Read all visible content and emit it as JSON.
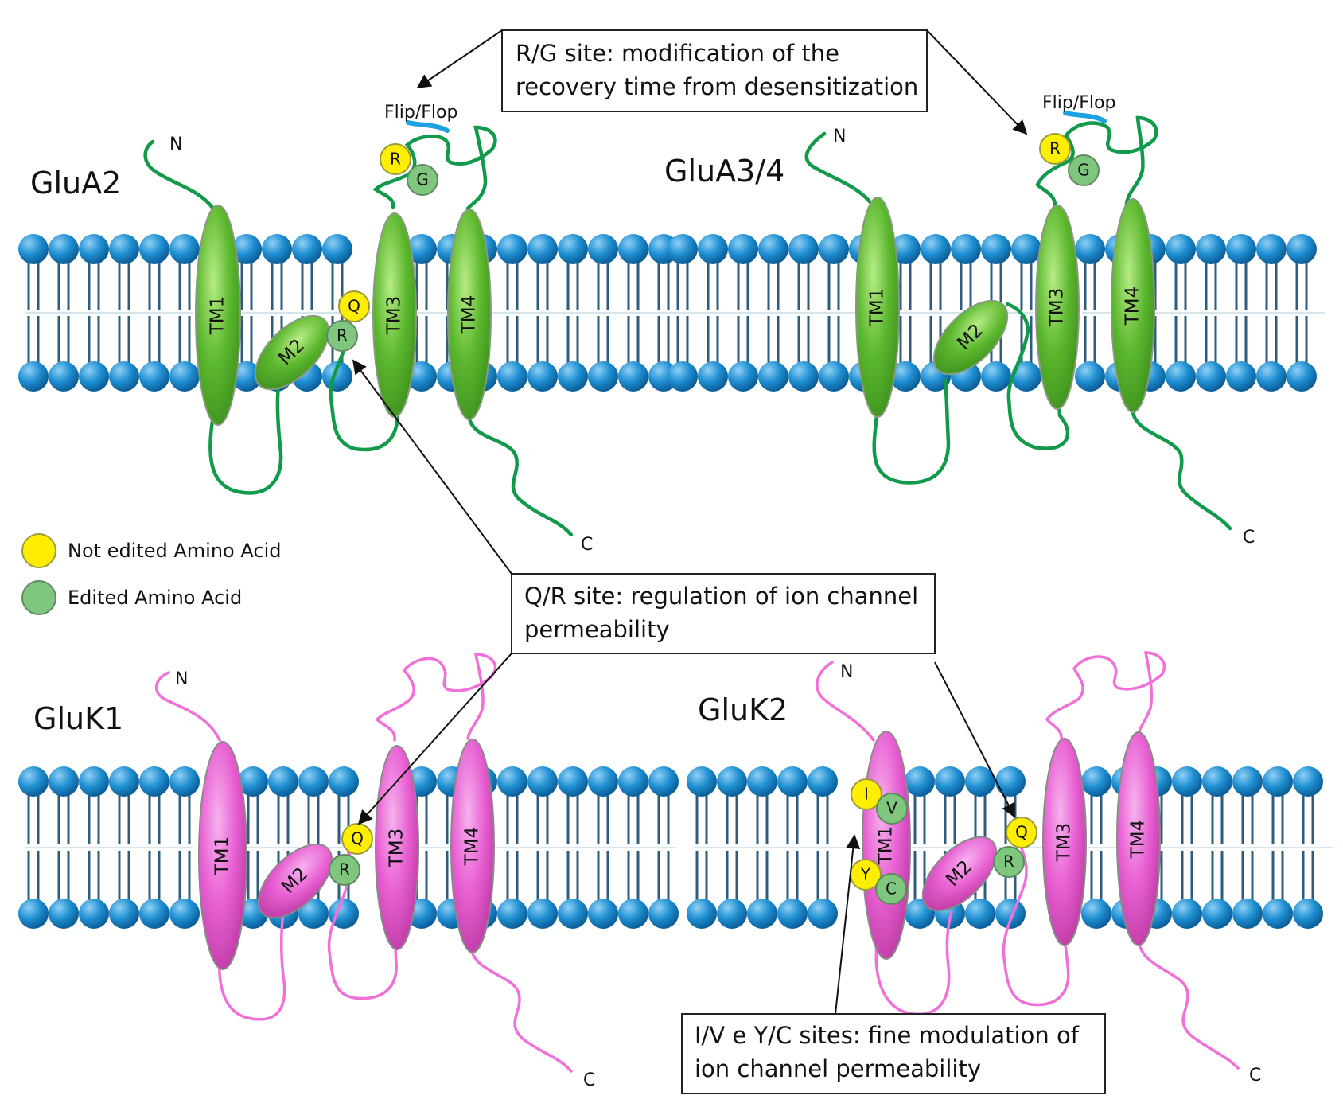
{
  "colors": {
    "ampa_protein": "#5cb82e",
    "kainate_protein": "#e85fd2",
    "ampa_tail": "#119a4a",
    "kainate_tail": "#f06fd9",
    "lipid_head": "#1f8fd2",
    "lipid_tail": "#2f5c7d",
    "not_edited": "#ffee00",
    "edited": "#7fc77f",
    "flip_flop": "#1aa3e0"
  },
  "panels": [
    {
      "id": "glua2",
      "title": "GluA2"
    },
    {
      "id": "glua34",
      "title": "GluA3/4"
    },
    {
      "id": "gluk1",
      "title": "GluK1"
    },
    {
      "id": "gluk2",
      "title": "GluK2"
    }
  ],
  "terminal_labels": {
    "n": "N",
    "c": "C"
  },
  "helices": {
    "tm1": "TM1",
    "m2": "M2",
    "tm3": "TM3",
    "tm4": "TM4"
  },
  "flip_flop_label": "Flip/Flop",
  "amino_acids": {
    "q": "Q",
    "r": "R",
    "g": "G",
    "i": "I",
    "v": "V",
    "y": "Y",
    "c": "C"
  },
  "annotations": {
    "rg": {
      "line1": "R/G site: modification of the",
      "line2": "recovery time from desensitization"
    },
    "qr": {
      "line1": "Q/R site: regulation of ion channel",
      "line2": "permeability"
    },
    "ivyc": {
      "line1": "I/V e Y/C sites: fine modulation of",
      "line2": "ion channel  permeability"
    }
  },
  "legend": {
    "not_edited": "Not edited Amino Acid",
    "edited": "Edited Amino Acid"
  }
}
